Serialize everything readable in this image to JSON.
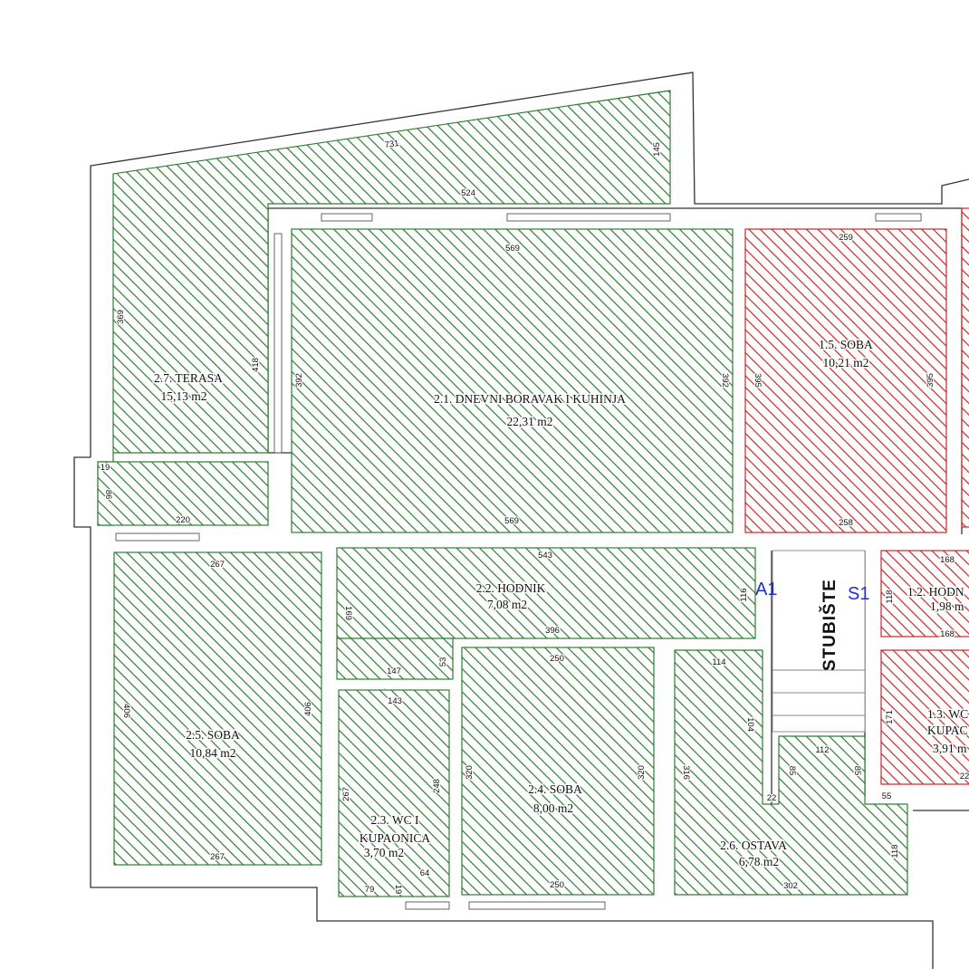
{
  "colors": {
    "green": "#2e7d32",
    "red": "#c62828",
    "tag_blue": "#1e2fd0"
  },
  "rooms": [
    {
      "id": "2-7",
      "name": "2.7. TERASA",
      "area": "15,13  m2",
      "color": "green",
      "kind": "terrace"
    },
    {
      "id": "2-1",
      "name": "2.1. DNEVNI BORAVAK I KUHINJA",
      "area": "22,31 m2",
      "color": "green"
    },
    {
      "id": "1-5",
      "name": "1.5. SOBA",
      "area": "10,21 m2",
      "color": "red"
    },
    {
      "id": "2-5",
      "name": "2.5. SOBA",
      "area": "10,84 m2",
      "color": "green"
    },
    {
      "id": "2-2",
      "name": "2.2. HODNIK",
      "area": "7,08 m2",
      "color": "green"
    },
    {
      "id": "2-3",
      "name_lines": [
        "2.3. WC I",
        "KUPAONICA"
      ],
      "area": "3,70 m2",
      "color": "green"
    },
    {
      "id": "2-4",
      "name": "2.4. SOBA",
      "area": "8,00 m2",
      "color": "green"
    },
    {
      "id": "2-6",
      "name": "2.6. OSTAVA",
      "area": "6,78 m2",
      "color": "green"
    },
    {
      "id": "1-2",
      "name": "1.2. HODN",
      "area": "1,98 m",
      "color": "red"
    },
    {
      "id": "1-3",
      "name_lines": [
        "1.3. WC",
        "KUPAC"
      ],
      "area": "3,91 m",
      "color": "red"
    }
  ],
  "stair_label": "STUBIŠTE",
  "tags": [
    "A1",
    "S1"
  ],
  "dimensions": [
    "731",
    "145",
    "524",
    "369",
    "418",
    "19",
    "86",
    "220",
    "569",
    "392",
    "392",
    "259",
    "395",
    "395",
    "258",
    "569",
    "543",
    "267",
    "169",
    "116",
    "396",
    "406",
    "406",
    "267",
    "147",
    "53",
    "143",
    "250",
    "114",
    "104",
    "320",
    "320",
    "267",
    "248",
    "316",
    "112",
    "85",
    "85",
    "22",
    "55",
    "250",
    "79",
    "19",
    "64",
    "118",
    "302",
    "168",
    "118",
    "168",
    "171",
    "22"
  ]
}
